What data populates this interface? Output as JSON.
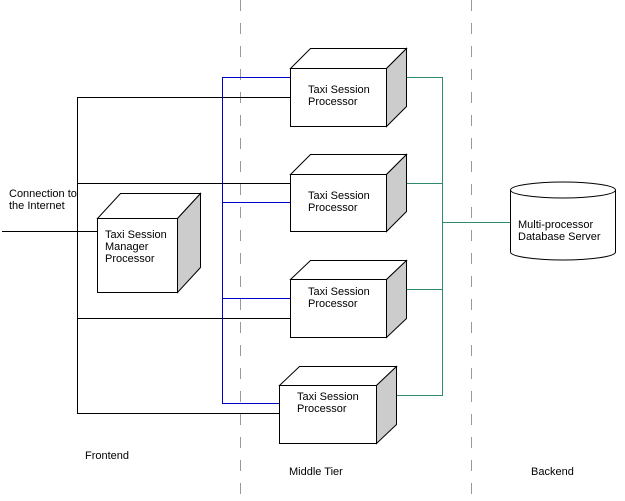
{
  "diagram": {
    "input_label": [
      "Connection to",
      "the Internet"
    ],
    "manager": {
      "lines": [
        "Taxi Session",
        "Manager",
        "Processor"
      ]
    },
    "processors": [
      {
        "lines": [
          "Taxi Session",
          "Processor"
        ]
      },
      {
        "lines": [
          "Taxi Session",
          "Processor"
        ]
      },
      {
        "lines": [
          "Taxi Session",
          "Processor"
        ]
      },
      {
        "lines": [
          "Taxi Session",
          "Processor"
        ]
      }
    ],
    "database": {
      "lines": [
        "Multi-processor",
        "Database Server"
      ]
    },
    "tiers": {
      "frontend": "Frontend",
      "middle": "Middle Tier",
      "backend": "Backend"
    },
    "colors": {
      "frontend_link": "#000000",
      "manager_bus": "#0000cc",
      "db_bus": "#2e8b6b",
      "shade": "#cccccc",
      "tier_divider": "#999999"
    }
  }
}
